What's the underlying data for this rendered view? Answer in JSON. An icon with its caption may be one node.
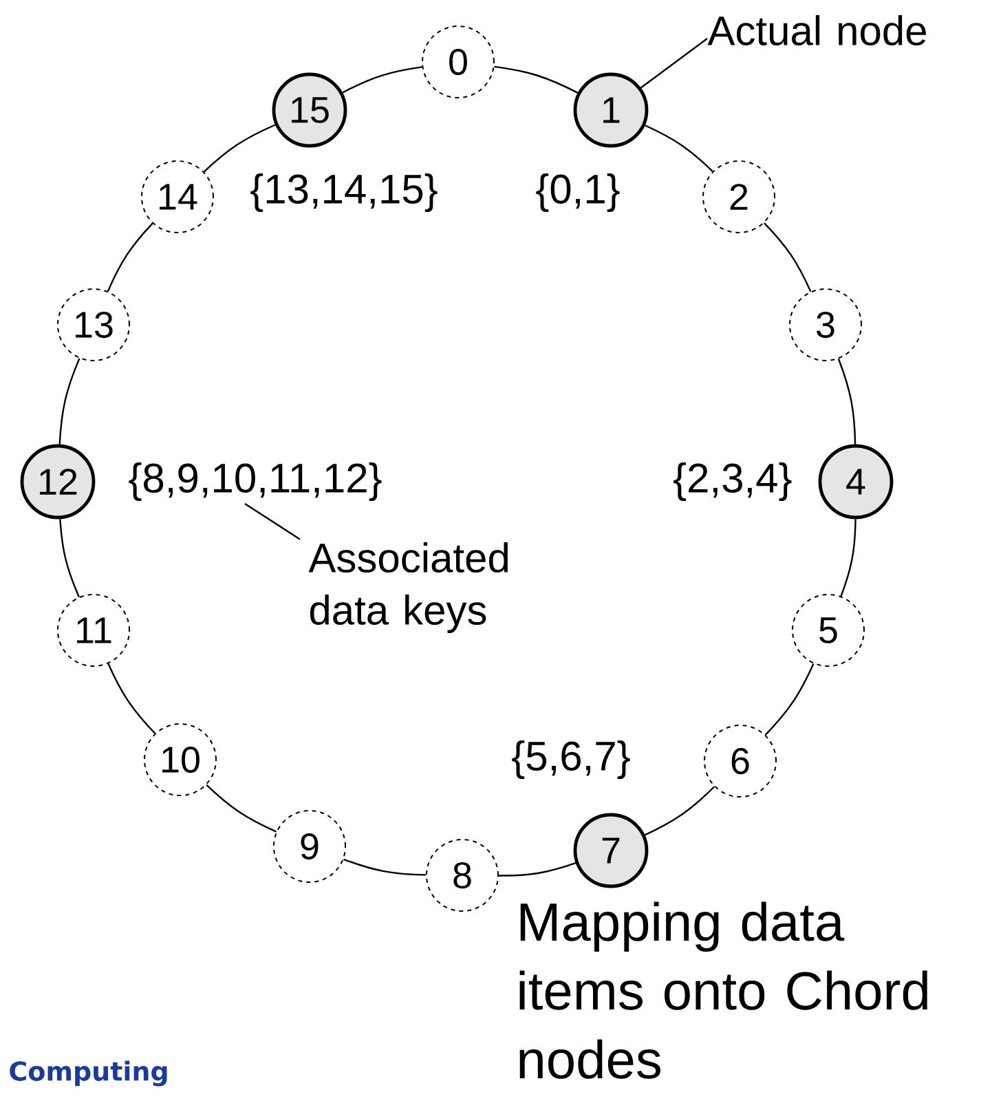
{
  "diagram": {
    "caption": "Mapping data items onto Chord nodes",
    "nodes": [
      {
        "text": [
          "0"
        ]
      },
      {
        "text": [
          "1"
        ],
        "beside": [
          "{0,1}"
        ]
      },
      {
        "text": [
          "2"
        ]
      },
      {
        "text": [
          "3"
        ]
      },
      {
        "text": [
          "4"
        ],
        "beside": [
          "{2,3,4}"
        ]
      },
      {
        "text": [
          "5"
        ]
      },
      {
        "text": [
          "6"
        ]
      },
      {
        "text": [
          "7"
        ],
        "beside": [
          "{5,6,7}"
        ]
      },
      {
        "text": [
          "8"
        ]
      },
      {
        "text": [
          "9"
        ]
      },
      {
        "text": [
          "10"
        ]
      },
      {
        "text": [
          "11"
        ]
      },
      {
        "text": [
          "12"
        ],
        "beside": [
          "{8,9,10,11,12}"
        ]
      },
      {
        "text": [
          "13"
        ]
      },
      {
        "text": [
          "14"
        ]
      },
      {
        "text": [
          "15"
        ],
        "beside": [
          "{13,14,15}"
        ]
      },
      {
        "text": [
          "Actual node"
        ]
      },
      {
        "text": [
          "Associated data keys"
        ]
      }
    ],
    "edges": [
      {
        "from": 0,
        "to": 1,
        "arrow": "none"
      },
      {
        "from": 1,
        "to": 2,
        "arrow": "none"
      },
      {
        "from": 2,
        "to": 3,
        "arrow": "none"
      },
      {
        "from": 3,
        "to": 4,
        "arrow": "none"
      },
      {
        "from": 4,
        "to": 5,
        "arrow": "none"
      },
      {
        "from": 5,
        "to": 6,
        "arrow": "none"
      },
      {
        "from": 6,
        "to": 7,
        "arrow": "none"
      },
      {
        "from": 7,
        "to": 8,
        "arrow": "none"
      },
      {
        "from": 8,
        "to": 9,
        "arrow": "none"
      },
      {
        "from": 9,
        "to": 10,
        "arrow": "none"
      },
      {
        "from": 10,
        "to": 11,
        "arrow": "none"
      },
      {
        "from": 11,
        "to": 12,
        "arrow": "none"
      },
      {
        "from": 12,
        "to": 13,
        "arrow": "none"
      },
      {
        "from": 13,
        "to": 14,
        "arrow": "none"
      },
      {
        "from": 14,
        "to": 15,
        "arrow": "none"
      },
      {
        "from": 15,
        "to": 0,
        "arrow": "none"
      },
      {
        "from": 16,
        "to": 1,
        "arrow": "none"
      },
      {
        "from": 17,
        "to": 12,
        "arrow": "none"
      }
    ],
    "labels": [
      "Computing"
    ]
  }
}
